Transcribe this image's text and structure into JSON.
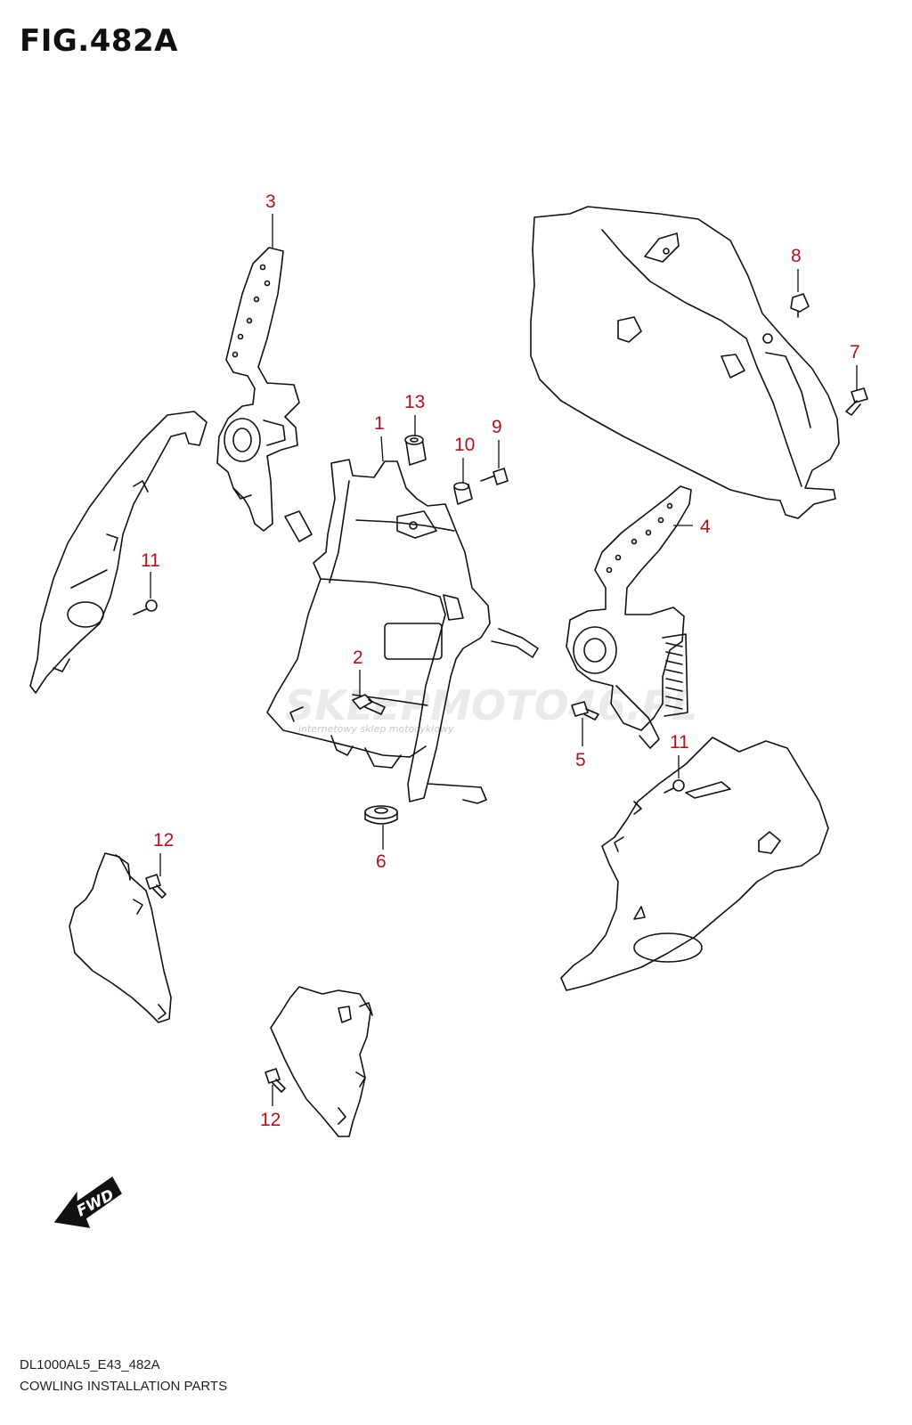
{
  "figure": {
    "title": "FIG.482A"
  },
  "callouts": {
    "c1": "1",
    "c2": "2",
    "c3": "3",
    "c4": "4",
    "c5": "5",
    "c6": "6",
    "c7": "7",
    "c8": "8",
    "c9": "9",
    "c10": "10",
    "c11a": "11",
    "c11b": "11",
    "c12a": "12",
    "c12b": "12",
    "c13": "13"
  },
  "watermark": {
    "main": "SKLEPMOTO46.PL",
    "sub": "internetowy sklep motocyklowy"
  },
  "direction": {
    "label": "FWD"
  },
  "footer": {
    "model_code": "DL1000AL5_E43_482A",
    "caption": "COWLING INSTALLATION PARTS"
  },
  "colors": {
    "callout": "#b3121a",
    "line": "#111111"
  },
  "icons": {
    "direction": "fwd-arrow-icon"
  }
}
